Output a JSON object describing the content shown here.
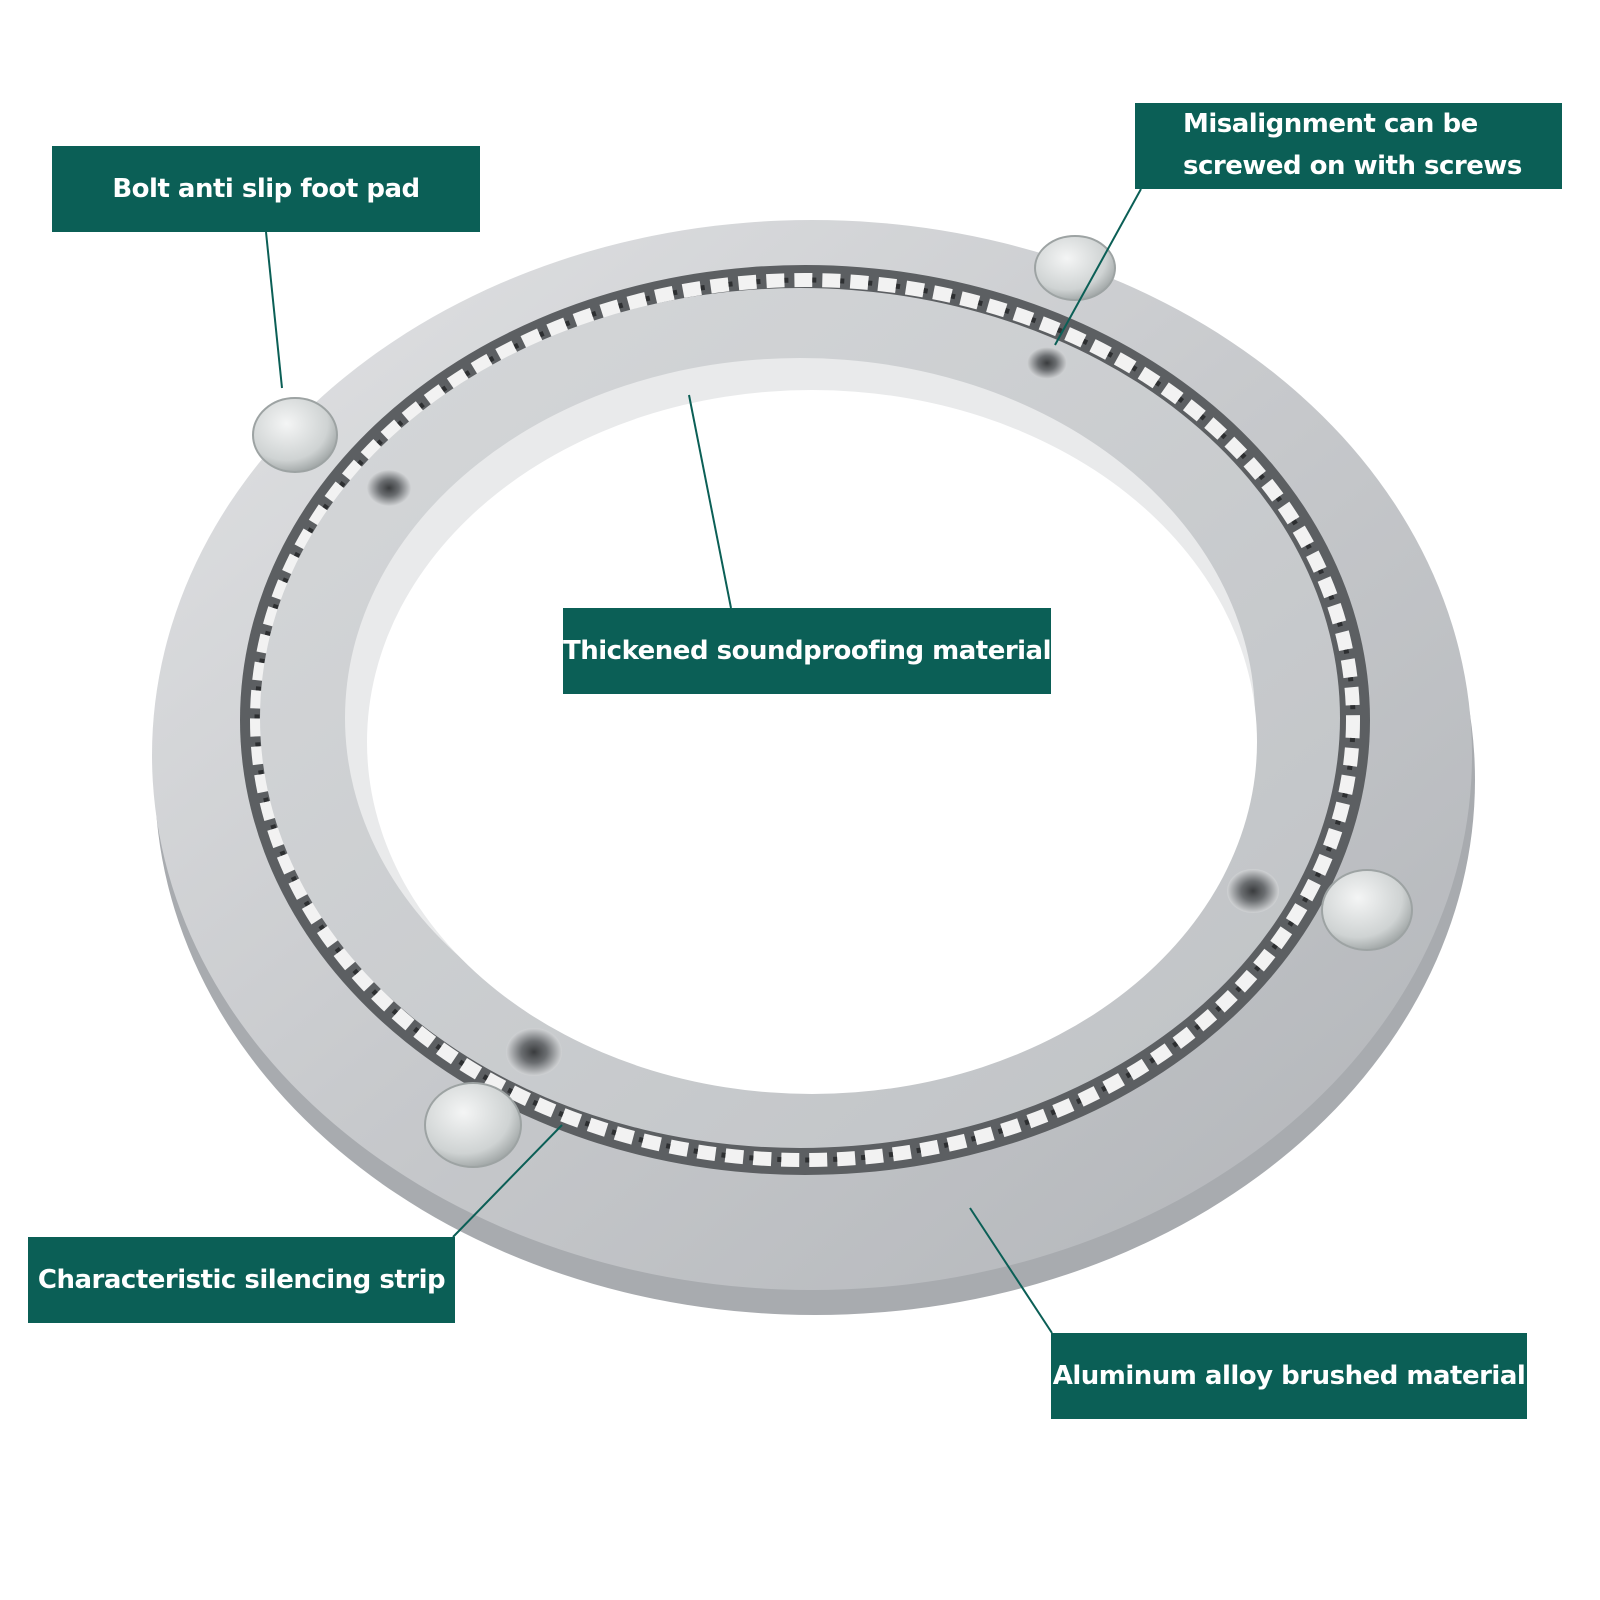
{
  "callouts": {
    "foot_pad": "Bolt anti slip foot pad",
    "misalignment_line1": "Misalignment can be",
    "misalignment_line2": "screwed on with screws",
    "soundproofing": "Thickened soundproofing material",
    "silencing_strip": "Characteristic silencing strip",
    "aluminum": "Aluminum alloy brushed material"
  },
  "colors": {
    "callout_bg": "#0b5f56",
    "leader_line": "#0b5f56",
    "ring_metal": "#c9cbce",
    "ring_shadow": "#9ea2a6"
  }
}
